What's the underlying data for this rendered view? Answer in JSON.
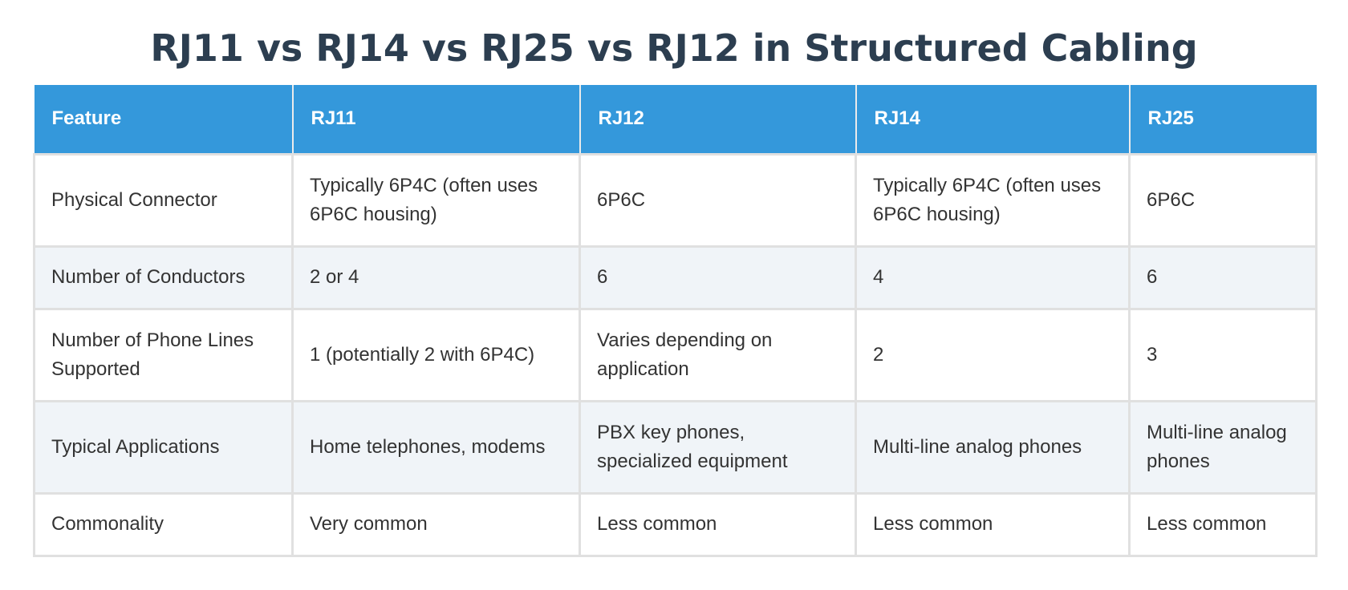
{
  "title": "RJ11 vs RJ14 vs RJ25 vs RJ12 in Structured Cabling",
  "table": {
    "headers": [
      "Feature",
      "RJ11",
      "RJ12",
      "RJ14",
      "RJ25"
    ],
    "rows": [
      [
        "Physical Connector",
        "Typically 6P4C (often uses 6P6C housing)",
        "6P6C",
        "Typically 6P4C (often uses 6P6C housing)",
        "6P6C"
      ],
      [
        "Number of Conductors",
        "2 or 4",
        "6",
        "4",
        "6"
      ],
      [
        "Number of Phone Lines Supported",
        "1 (potentially 2 with 6P4C)",
        "Varies depending on application",
        "2",
        "3"
      ],
      [
        "Typical Applications",
        "Home telephones, modems",
        "PBX key phones, specialized equipment",
        "Multi-line analog phones",
        "Multi-line analog phones"
      ],
      [
        "Commonality",
        "Very common",
        "Less common",
        "Less common",
        "Less common"
      ]
    ]
  },
  "colors": {
    "header_bg": "#3498db",
    "header_text": "#ffffff",
    "title_text": "#2c3e50",
    "row_alt_bg": "#f0f4f8",
    "cell_text": "#333333"
  }
}
